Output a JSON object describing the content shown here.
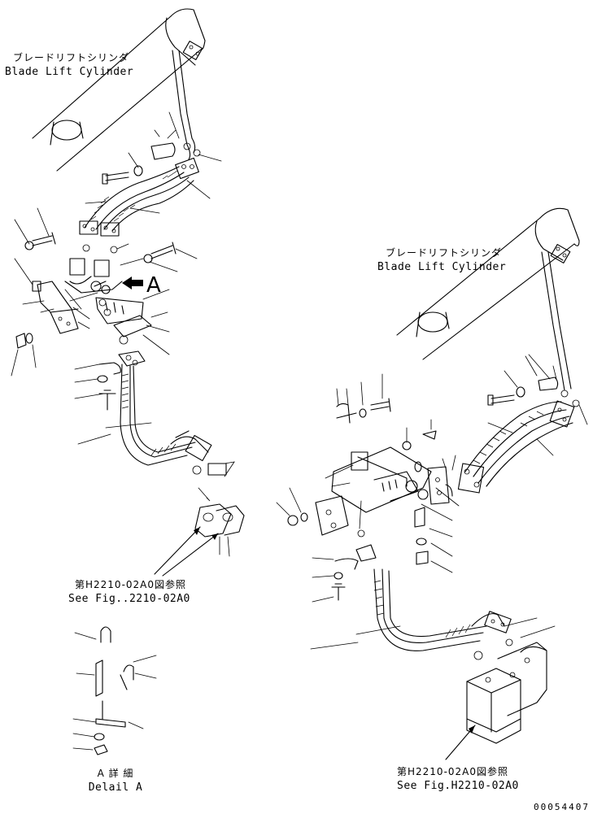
{
  "labels": {
    "left_cylinder_jp": "ブレードリフトシリンダ",
    "left_cylinder_en": "Blade Lift Cylinder",
    "right_cylinder_jp": "ブレードリフトシリンダ",
    "right_cylinder_en": "Blade Lift Cylinder",
    "view_marker": "A",
    "left_ref_jp": "第H2210-02A0図参照",
    "left_ref_en": "See Fig..2210-02A0",
    "detail_jp": "A 詳 細",
    "detail_en": "Delail A",
    "right_ref_jp": "第H2210-02A0図参照",
    "right_ref_en": "See Fig.H2210-02A0",
    "drawing_code": "00054407"
  }
}
